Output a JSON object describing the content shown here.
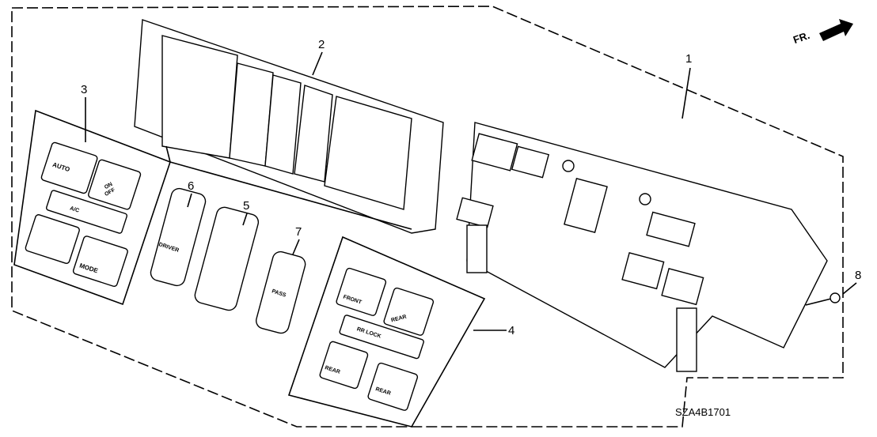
{
  "diagram": {
    "code": "SZA4B1701",
    "direction_label": "FR.",
    "callouts": [
      "1",
      "2",
      "3",
      "4",
      "5",
      "6",
      "7",
      "8"
    ],
    "group3_buttons": {
      "auto": "AUTO",
      "fan_on": "ON",
      "fan_off": "OFF",
      "ac": "A/C",
      "mode": "MODE"
    },
    "driver_label": "DRIVER",
    "pass_label": "PASS",
    "group4_buttons": {
      "front": "FRONT",
      "rear_defrost": "REAR",
      "rr_lock": "RR LOCK",
      "rear_down": "REAR",
      "rear_up": "REAR"
    }
  }
}
